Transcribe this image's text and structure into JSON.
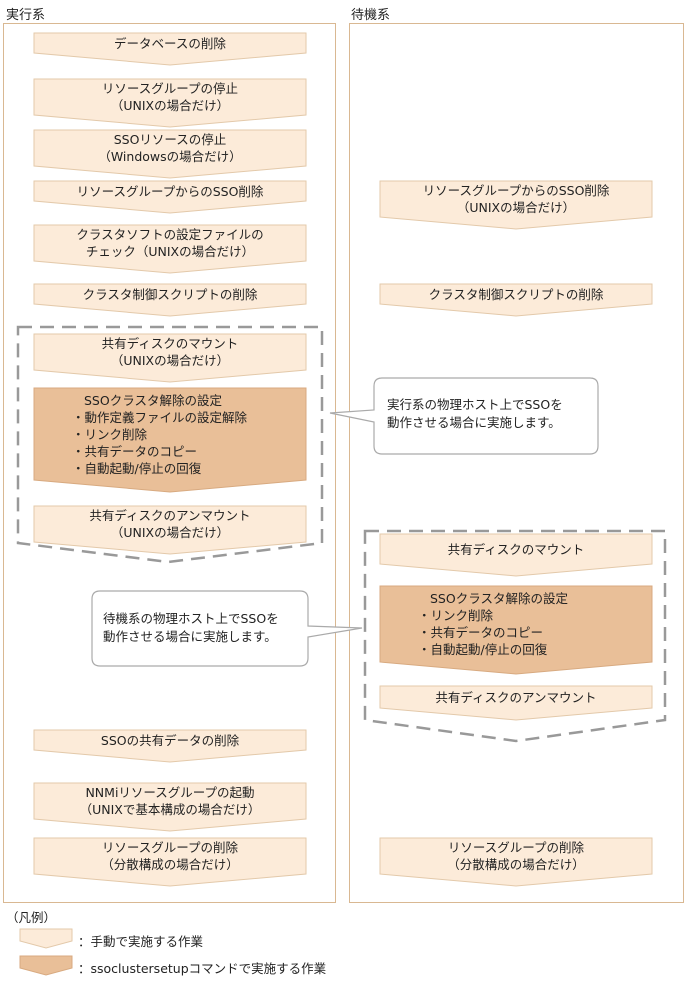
{
  "columns": {
    "active": "実行系",
    "standby": "待機系"
  },
  "active_steps": [
    {
      "lines": [
        "データベースの削除"
      ]
    },
    {
      "lines": [
        "リソースグループの停止",
        "（UNIXの場合だけ）"
      ]
    },
    {
      "lines": [
        "SSOリソースの停止",
        "（Windowsの場合だけ）"
      ]
    },
    {
      "lines": [
        "リソースグループからのSSO削除"
      ]
    },
    {
      "lines": [
        "クラスタソフトの設定ファイルの",
        "チェック（UNIXの場合だけ）"
      ]
    },
    {
      "lines": [
        "クラスタ制御スクリプトの削除"
      ]
    },
    {
      "lines": [
        "共有ディスクのマウント",
        "（UNIXの場合だけ）"
      ]
    },
    {
      "lines": [
        "SSOクラスタ解除の設定",
        "・動作定義ファイルの設定解除",
        "・リンク削除",
        "・共有データのコピー",
        "・自動起動/停止の回復"
      ]
    },
    {
      "lines": [
        "共有ディスクのアンマウント",
        "（UNIXの場合だけ）"
      ]
    },
    {
      "lines": [
        "SSOの共有データの削除"
      ]
    },
    {
      "lines": [
        "NNMiリソースグループの起動",
        "（UNIXで基本構成の場合だけ）"
      ]
    },
    {
      "lines": [
        "リソースグループの削除",
        "（分散構成の場合だけ）"
      ]
    }
  ],
  "standby_steps": [
    {
      "lines": [
        "リソースグループからのSSO削除",
        "（UNIXの場合だけ）"
      ]
    },
    {
      "lines": [
        "クラスタ制御スクリプトの削除"
      ]
    },
    {
      "lines": [
        "共有ディスクのマウント"
      ]
    },
    {
      "lines": [
        "SSOクラスタ解除の設定",
        "・リンク削除",
        "・共有データのコピー",
        "・自動起動/停止の回復"
      ]
    },
    {
      "lines": [
        "共有ディスクのアンマウント"
      ]
    },
    {
      "lines": [
        "リソースグループの削除",
        "（分散構成の場合だけ）"
      ]
    }
  ],
  "callouts": {
    "active_note": [
      "実行系の物理ホスト上でSSOを",
      "動作させる場合に実施します。"
    ],
    "standby_note": [
      "待機系の物理ホスト上でSSOを",
      "動作させる場合に実施します。"
    ]
  },
  "legend": {
    "title": "（凡例）",
    "manual": "：手動で実施する作業",
    "command": "：ssoclustersetupコマンドで実施する作業"
  },
  "colors": {
    "manual_fill": "#fcebd9",
    "command_fill": "#e9bf98",
    "shape_stroke": "#e3c9aa",
    "panel_border": "#d9b892",
    "dash_border": "#999999",
    "callout_border": "#aaaaaa"
  }
}
